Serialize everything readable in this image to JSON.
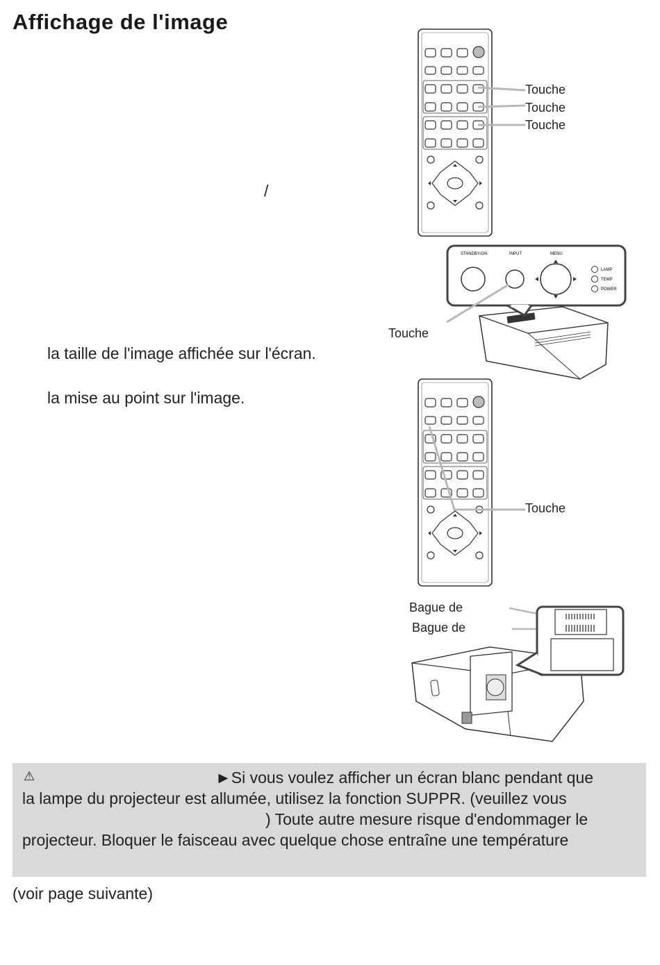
{
  "page": {
    "title": "Affichage de l'image",
    "slash": "/",
    "zoom_text": "la taille de l'image affichée sur l'écran.",
    "focus_text": "la mise au point sur l'image."
  },
  "remote1": {
    "callouts": [
      "Touche",
      "Touche",
      "Touche"
    ]
  },
  "control_panel": {
    "standby_label": "STANDBY/ON",
    "input_label": "INPUT",
    "menu_label": "MENU",
    "indicators": [
      "LAMP",
      "TEMP",
      "POWER"
    ],
    "callout": "Touche"
  },
  "remote2": {
    "callout": "Touche"
  },
  "lens": {
    "callouts": [
      "Bague de",
      "Bague de"
    ]
  },
  "warning": {
    "icon": "⚠",
    "lines": [
      "►Si vous voulez afficher un écran blanc pendant que",
      "la lampe du projecteur est allumée, utilisez la fonction SUPPR. (veuillez vous",
      ") Toute autre mesure risque d'endommager le",
      "projecteur. Bloquer le faisceau avec quelque chose entraîne une température"
    ]
  },
  "footer": {
    "continued": "(voir page suivante)"
  },
  "colors": {
    "warning_bg": "#d9d9d9",
    "callout_line": "#b8b8b8",
    "outline": "#333333"
  }
}
